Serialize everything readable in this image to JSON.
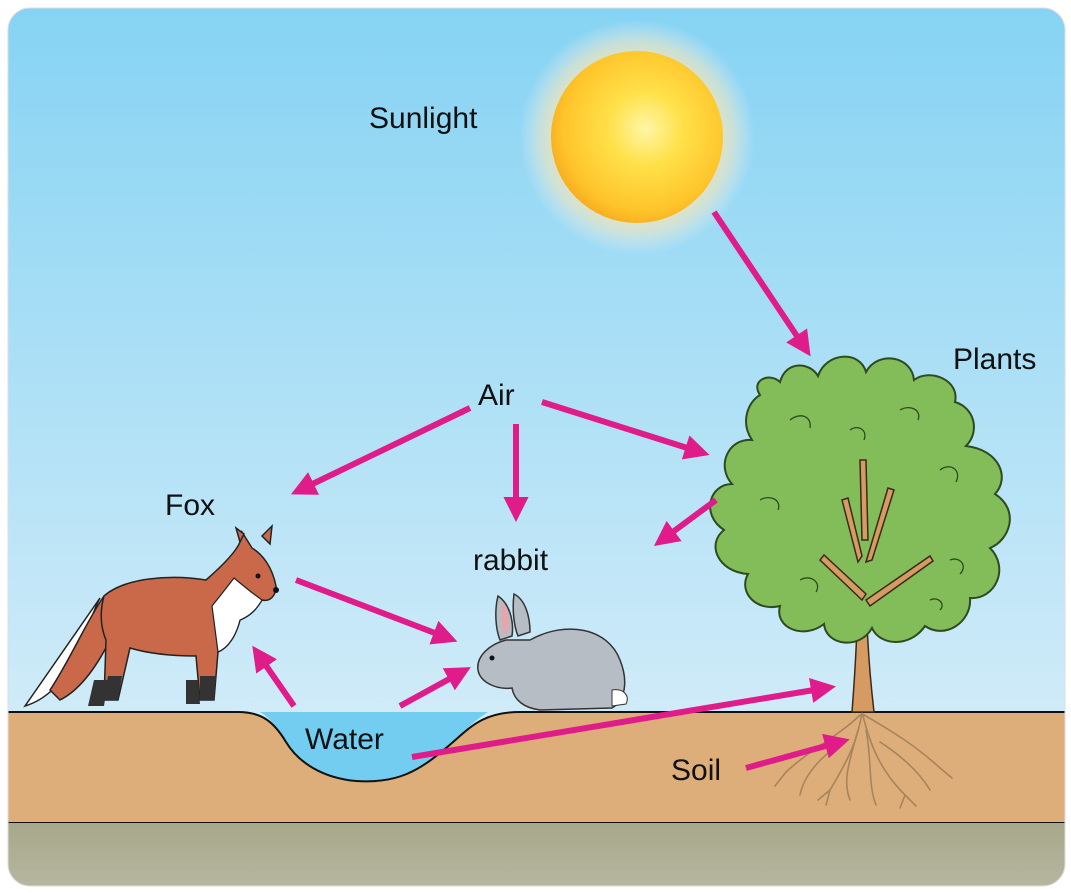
{
  "labels": {
    "sunlight": "Sunlight",
    "plants": "Plants",
    "air": "Air",
    "fox": "Fox",
    "rabbit": "rabbit",
    "water": "Water",
    "soil": "Soil"
  },
  "colors": {
    "sky_top": "#86d3f3",
    "sky_bottom": "#e2f1fa",
    "ground": "#ddae79",
    "bedrock": "#a9aa8a",
    "water": "#72cdf1",
    "arrow": "#e01b8a",
    "tree_canopy": "#82bd5a",
    "trunk": "#d69a63",
    "fox": "#c9694a",
    "rabbit": "#b7bdc5",
    "sun_core": "#ffd23a"
  },
  "connections": [
    {
      "from": "Sunlight",
      "to": "Plants"
    },
    {
      "from": "Air",
      "to": "Fox"
    },
    {
      "from": "Air",
      "to": "rabbit"
    },
    {
      "from": "Air",
      "to": "Plants"
    },
    {
      "from": "Plants",
      "to": "rabbit"
    },
    {
      "from": "Fox",
      "to": "rabbit"
    },
    {
      "from": "Water",
      "to": "Fox"
    },
    {
      "from": "Water",
      "to": "rabbit"
    },
    {
      "from": "Water",
      "to": "Plants"
    },
    {
      "from": "Soil",
      "to": "Plants"
    }
  ],
  "icons": {
    "sun": "sun-icon",
    "tree": "tree-icon",
    "fox": "fox-icon",
    "rabbit": "rabbit-icon"
  }
}
